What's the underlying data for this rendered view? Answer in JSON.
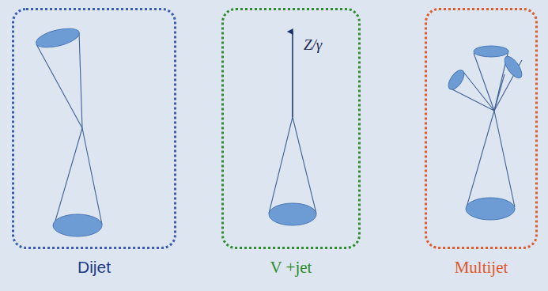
{
  "diagram": {
    "nodes": [
      {
        "text": [
          "Dijet"
        ]
      },
      {
        "text": [
          "V +jet"
        ]
      },
      {
        "text": [
          "Multijet"
        ]
      }
    ],
    "labels": [
      "Z/γ"
    ]
  }
}
